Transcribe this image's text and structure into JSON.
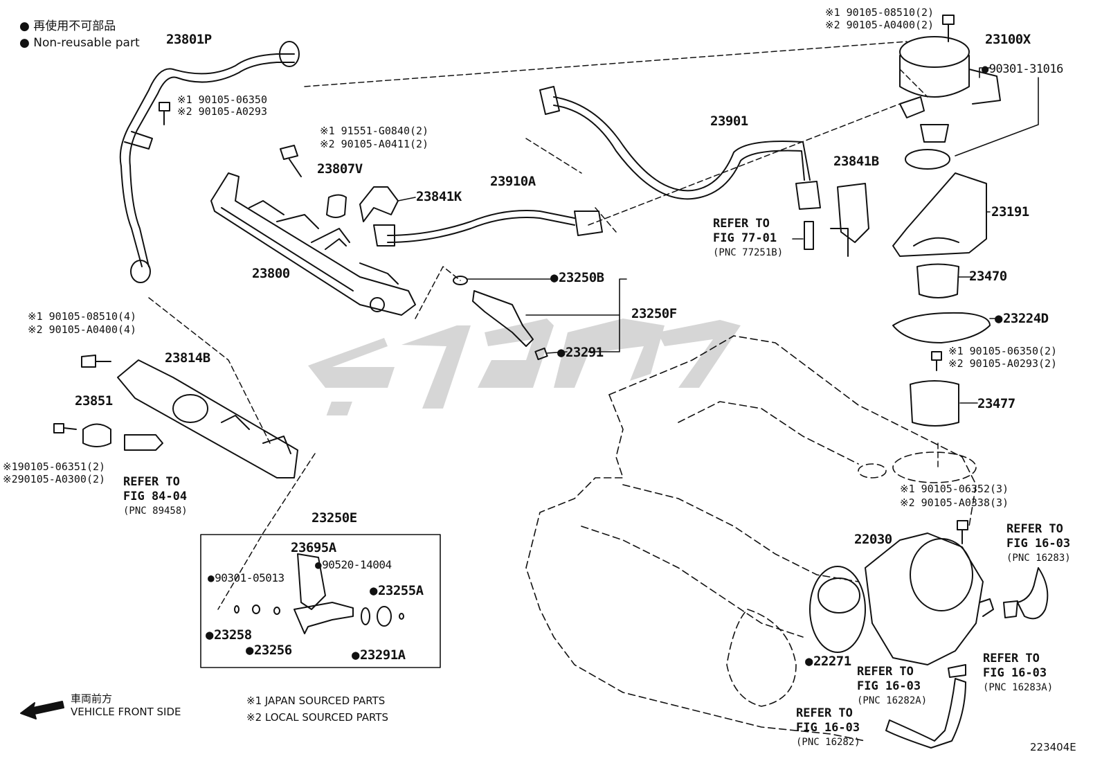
{
  "legend": {
    "non_reusable_jp": "● 再使用不可部品",
    "non_reusable_en": "● Non-reusable part"
  },
  "parts": {
    "p23801P": "23801P",
    "p23100X": "23100X",
    "p90301_31016": "90301-31016",
    "p23901": "23901",
    "p23807V": "23807V",
    "p23841K": "23841K",
    "p23910A": "23910A",
    "p23841B": "23841B",
    "p23191": "23191",
    "p23800": "23800",
    "p23250B": "23250B",
    "p23250F": "23250F",
    "p23291": "23291",
    "p23470": "23470",
    "p23224D": "23224D",
    "p23814B": "23814B",
    "p23851": "23851",
    "p23477": "23477",
    "p23250E": "23250E",
    "p23695A": "23695A",
    "p90520_14004": "90520-14004",
    "p90301_05013": "90301-05013",
    "p23255A": "23255A",
    "p23258": "23258",
    "p23256": "23256",
    "p23291A": "23291A",
    "p22030": "22030",
    "p22271": "22271"
  },
  "bolts": {
    "pump_bolt_1": "※1 90105-08510(2)",
    "pump_bolt_2": "※2 90105-A0400(2)",
    "pipe_bolt_1": "※1 90105-06350",
    "pipe_bolt_2": "※2 90105-A0293",
    "rail_bolt_1": "※1 91551-G0840(2)",
    "rail_bolt_2": "※2 90105-A0411(2)",
    "lp_bolt_1": "※1 90105-08510(4)",
    "lp_bolt_2": "※2 90105-A0400(4)",
    "sensor_bolt_1": "※190105-06351(2)",
    "sensor_bolt_2": "※290105-A0300(2)",
    "bracket_bolt_1": "※1 90105-06350(2)",
    "bracket_bolt_2": "※2 90105-A0293(2)",
    "throttle_bolt_1": "※1 90105-06352(3)",
    "throttle_bolt_2": "※2 90105-A0338(3)"
  },
  "refs": {
    "r77_line1": "REFER TO",
    "r77_line2": "FIG 77-01",
    "r77_line3": "(PNC 77251B)",
    "r84_line1": "REFER TO",
    "r84_line2": "FIG 84-04",
    "r84_line3": "(PNC 89458)",
    "r16283_line1": "REFER TO",
    "r16283_line2": "FIG 16-03",
    "r16283_line3": "(PNC 16283)",
    "r16283A_line1": "REFER TO",
    "r16283A_line2": "FIG 16-03",
    "r16283A_line3": "(PNC 16283A)",
    "r16282A_line1": "REFER TO",
    "r16282A_line2": "FIG 16-03",
    "r16282A_line3": "(PNC 16282A)",
    "r16282_line1": "REFER TO",
    "r16282_line2": "FIG 16-03",
    "r16282_line3": "(PNC 16282)"
  },
  "footer": {
    "front_jp": "車両前方",
    "front_en": "VEHICLE FRONT SIDE",
    "note1": "※1 JAPAN SOURCED PARTS",
    "note2": "※2 LOCAL SOURCED PARTS",
    "figure_id": "223404E"
  },
  "colors": {
    "line": "#111111",
    "watermark": "#cfcfcf"
  }
}
